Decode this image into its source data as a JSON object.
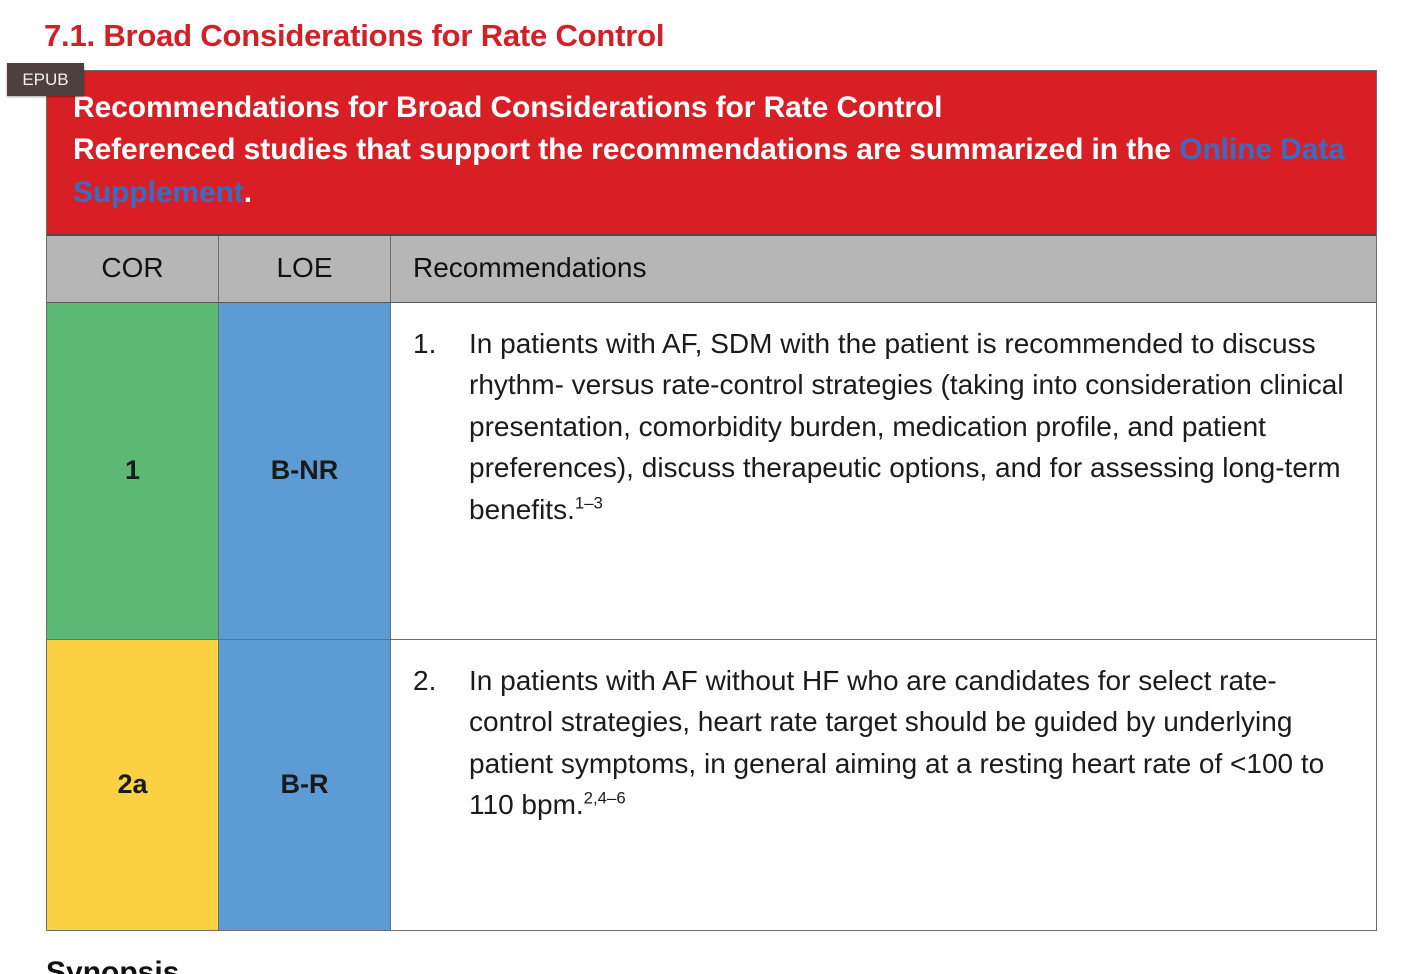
{
  "page_title": "7.1. Broad Considerations for Rate Control",
  "epub_badge": "EPUB",
  "colors": {
    "brand_red": "#d91f26",
    "title_red": "#d32027",
    "link_blue": "#3b6bc0",
    "header_gray": "#b6b6b6",
    "cor_1_green": "#5cb973",
    "cor_2a_yellow": "#fbd043",
    "loe_blue": "#5d9bd5",
    "badge_brown": "#4d403d"
  },
  "banner": {
    "line1": "Recommendations for Broad Considerations for Rate Control",
    "line2_prefix": "Referenced studies that support the recommendations are summarized in the ",
    "link_text": "Online Data Supplement",
    "line2_suffix": "."
  },
  "table": {
    "columns": [
      {
        "key": "cor",
        "label": "COR"
      },
      {
        "key": "loe",
        "label": "LOE"
      },
      {
        "key": "rec",
        "label": "Recommendations"
      }
    ],
    "rows": [
      {
        "cor": "1",
        "cor_color": "#5cb973",
        "loe": "B-NR",
        "loe_color": "#5d9bd5",
        "number": "1.",
        "text": "In patients with AF, SDM with the patient is recom­mended to discuss rhythm- versus rate-control strategies (taking into consideration clinical presen­tation, comorbidity burden, medication profile, and patient preferences), discuss therapeutic options, and for assessing long-term benefits.",
        "references": "1–3"
      },
      {
        "cor": "2a",
        "cor_color": "#fbd043",
        "loe": "B-R",
        "loe_color": "#5d9bd5",
        "number": "2.",
        "text": "In patients with AF without HF who are candidates for select rate-control strategies, heart rate target should be guided by underlying patient symptoms, in general aiming at a resting heart rate of <100 to 110 bpm.",
        "references": "2,4–6"
      }
    ]
  },
  "synopsis_heading": "Synopsis"
}
